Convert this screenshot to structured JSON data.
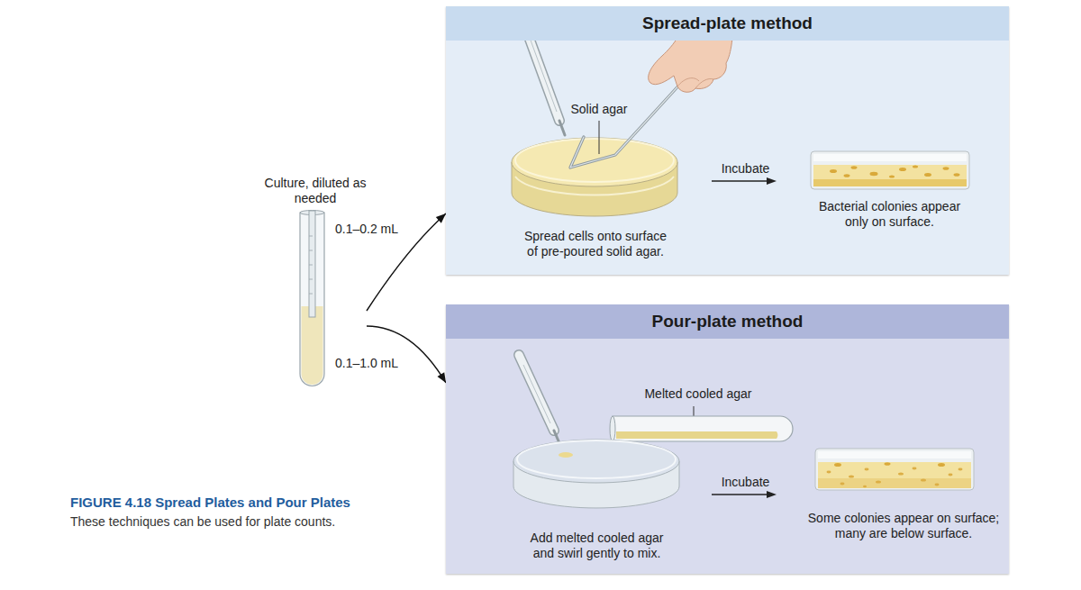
{
  "diagram": {
    "title": "FIGURE 4.18 Spread Plates and Pour Plates",
    "caption": "These techniques can be used for plate counts.",
    "nodes": [
      {
        "text": [
          "Culture, diluted as needed"
        ]
      },
      {
        "text": [
          "Spread-plate method"
        ]
      },
      {
        "text": [
          "Pour-plate method"
        ]
      }
    ],
    "edges": [
      {
        "from": 0,
        "to": 1,
        "arrow": "to"
      },
      {
        "from": 0,
        "to": 2,
        "arrow": "to"
      }
    ],
    "labels": [
      "0.1–0.2 mL",
      "0.1–1.0 mL",
      "Solid agar",
      "Incubate",
      "Spread cells onto surface of pre-poured solid agar.",
      "Bacterial colonies appear only on surface.",
      "Melted cooled agar",
      "Incubate",
      "Add melted cooled agar and swirl gently to mix.",
      "Some colonies appear on surface; many are below surface."
    ]
  }
}
